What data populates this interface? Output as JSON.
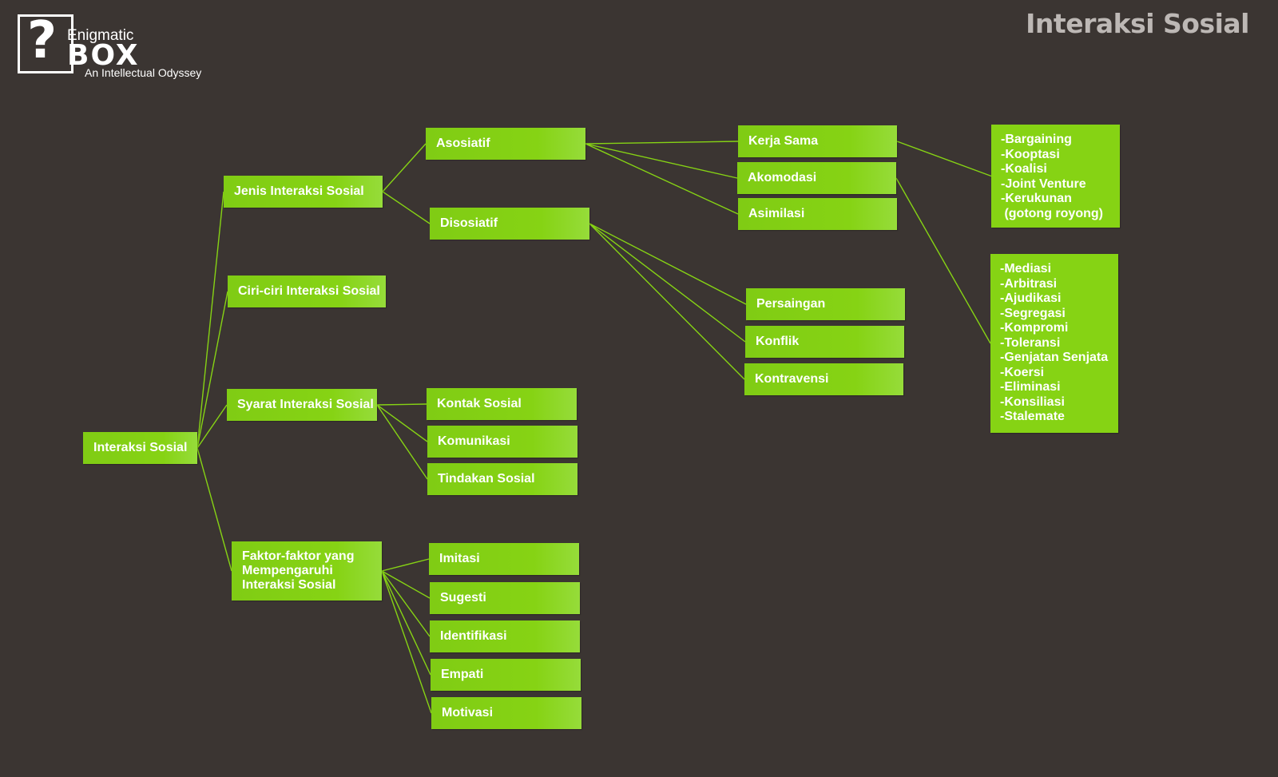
{
  "header": {
    "title": "Interaksi Sosial"
  },
  "logo": {
    "mark": "?",
    "line1": "Enigmatic",
    "line2": "BOX",
    "tagline": "An Intellectual Odyssey"
  },
  "colors": {
    "background": "#3b3532",
    "node": "#86d314",
    "connector": "#86d314",
    "text": "#ffffff"
  },
  "nodes": {
    "root": "Interaksi Sosial",
    "jenis": "Jenis Interaksi Sosial",
    "ciri": "Ciri-ciri Interaksi Sosial",
    "syarat": "Syarat Interaksi Sosial",
    "faktor": "Faktor-faktor yang\nMempengaruhi\nInteraksi Sosial",
    "asosiatif": "Asosiatif",
    "disosiatif": "Disosiatif",
    "kerja_sama": "Kerja Sama",
    "akomodasi": "Akomodasi",
    "asimilasi": "Asimilasi",
    "persaingan": "Persaingan",
    "konflik": "Konflik",
    "kontravensi": "Kontravensi",
    "kontak_sosial": "Kontak Sosial",
    "komunikasi": "Komunikasi",
    "tindakan_sosial": "Tindakan Sosial",
    "imitasi": "Imitasi",
    "sugesti": "Sugesti",
    "identifikasi": "Identifikasi",
    "empati": "Empati",
    "motivasi": "Motivasi",
    "kerja_sama_list": "-Bargaining\n-Kooptasi\n-Koalisi\n-Joint Venture\n-Kerukunan\n (gotong royong)",
    "akomodasi_list": "-Mediasi\n-Arbitrasi\n-Ajudikasi\n-Segregasi\n-Kompromi\n-Toleransi\n-Genjatan Senjata\n-Koersi\n-Eliminasi\n-Konsiliasi\n-Stalemate"
  },
  "edges": [
    [
      "root",
      "jenis"
    ],
    [
      "root",
      "ciri"
    ],
    [
      "root",
      "syarat"
    ],
    [
      "root",
      "faktor"
    ],
    [
      "jenis",
      "asosiatif"
    ],
    [
      "jenis",
      "disosiatif"
    ],
    [
      "asosiatif",
      "kerja_sama"
    ],
    [
      "asosiatif",
      "akomodasi"
    ],
    [
      "asosiatif",
      "asimilasi"
    ],
    [
      "disosiatif",
      "persaingan"
    ],
    [
      "disosiatif",
      "konflik"
    ],
    [
      "disosiatif",
      "kontravensi"
    ],
    [
      "kerja_sama",
      "kerja_sama_list"
    ],
    [
      "akomodasi",
      "akomodasi_list"
    ],
    [
      "syarat",
      "kontak_sosial"
    ],
    [
      "syarat",
      "komunikasi"
    ],
    [
      "syarat",
      "tindakan_sosial"
    ],
    [
      "faktor",
      "imitasi"
    ],
    [
      "faktor",
      "sugesti"
    ],
    [
      "faktor",
      "identifikasi"
    ],
    [
      "faktor",
      "empati"
    ],
    [
      "faktor",
      "motivasi"
    ]
  ]
}
